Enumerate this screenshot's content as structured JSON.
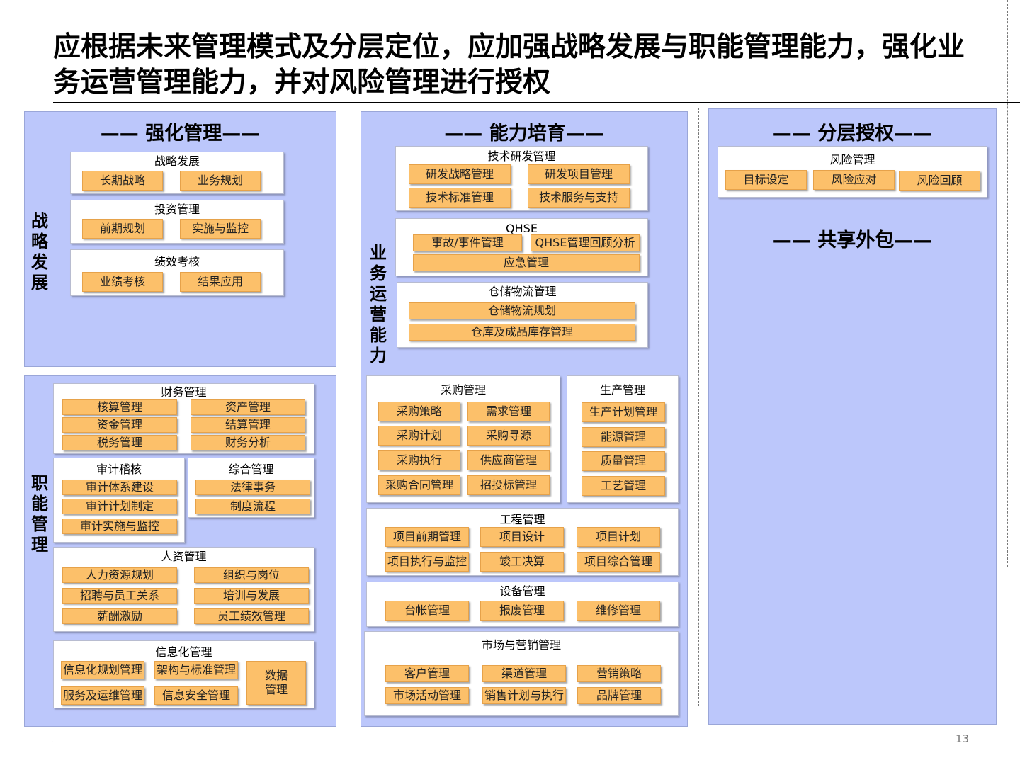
{
  "title": "应根据未来管理模式及分层定位，应加强战略发展与职能管理能力，强化业务运营管理能力，并对风险管理进行授权",
  "page_number": "13",
  "footer_dot": ".",
  "strategy": {
    "title": "—— 强化管理——",
    "vlabel": "战略发展",
    "groups": [
      {
        "title": "战略发展",
        "items": [
          "长期战略",
          "业务规划"
        ]
      },
      {
        "title": "投资管理",
        "items": [
          "前期规划",
          "实施与监控"
        ]
      },
      {
        "title": "绩效考核",
        "items": [
          "业绩考核",
          "结果应用"
        ]
      }
    ]
  },
  "functional": {
    "vlabel": "职能管理",
    "finance": {
      "title": "财务管理",
      "items": [
        "核算管理",
        "资产管理",
        "资金管理",
        "结算管理",
        "税务管理",
        "财务分析"
      ]
    },
    "audit": {
      "title": "审计稽核",
      "items": [
        "审计体系建设",
        "审计计划制定",
        "审计实施与监控"
      ]
    },
    "general": {
      "title": "综合管理",
      "items": [
        "法律事务",
        "制度流程"
      ]
    },
    "hr": {
      "title": "人资管理",
      "items": [
        "人力资源规划",
        "组织与岗位",
        "招聘与员工关系",
        "培训与发展",
        "薪酬激励",
        "员工绩效管理"
      ]
    },
    "it": {
      "title": "信息化管理",
      "items": [
        "信息化规划管理",
        "架构与标准管理",
        "数据\n管理",
        "服务及运维管理",
        "信息安全管理"
      ]
    }
  },
  "operations": {
    "title": "—— 能力培育——",
    "vlabel": "业务运营能力",
    "tech": {
      "title": "技术研发管理",
      "items": [
        "研发战略管理",
        "研发项目管理",
        "技术标准管理",
        "技术服务与支持"
      ]
    },
    "qhse": {
      "title": "QHSE",
      "items": [
        "事故/事件管理",
        "QHSE管理回顾分析",
        "应急管理"
      ]
    },
    "warehouse": {
      "title": "仓储物流管理",
      "items": [
        "仓储物流规划",
        "仓库及成品库存管理"
      ]
    },
    "procurement": {
      "title": "采购管理",
      "items": [
        "采购策略",
        "需求管理",
        "采购计划",
        "采购寻源",
        "采购执行",
        "供应商管理",
        "采购合同管理",
        "招投标管理"
      ]
    },
    "production": {
      "title": "生产管理",
      "items": [
        "生产计划管理",
        "能源管理",
        "质量管理",
        "工艺管理"
      ]
    },
    "engineering": {
      "title": "工程管理",
      "items": [
        "项目前期管理",
        "项目设计",
        "项目计划",
        "项目执行与监控",
        "竣工决算",
        "项目综合管理"
      ]
    },
    "equipment": {
      "title": "设备管理",
      "items": [
        "台帐管理",
        "报废管理",
        "维修管理"
      ]
    },
    "marketing": {
      "title": "市场与营销管理",
      "items": [
        "客户管理",
        "渠道管理",
        "营销策略",
        "市场活动管理",
        "销售计划与执行",
        "品牌管理"
      ]
    }
  },
  "authorization": {
    "title": "—— 分层授权——",
    "risk": {
      "title": "风险管理",
      "items": [
        "目标设定",
        "风险应对",
        "风险回顾"
      ]
    },
    "shared_title": "—— 共享外包——"
  },
  "colors": {
    "panel": "#bcc7fb",
    "item": "#fcc06a",
    "group": "#ffffff"
  }
}
